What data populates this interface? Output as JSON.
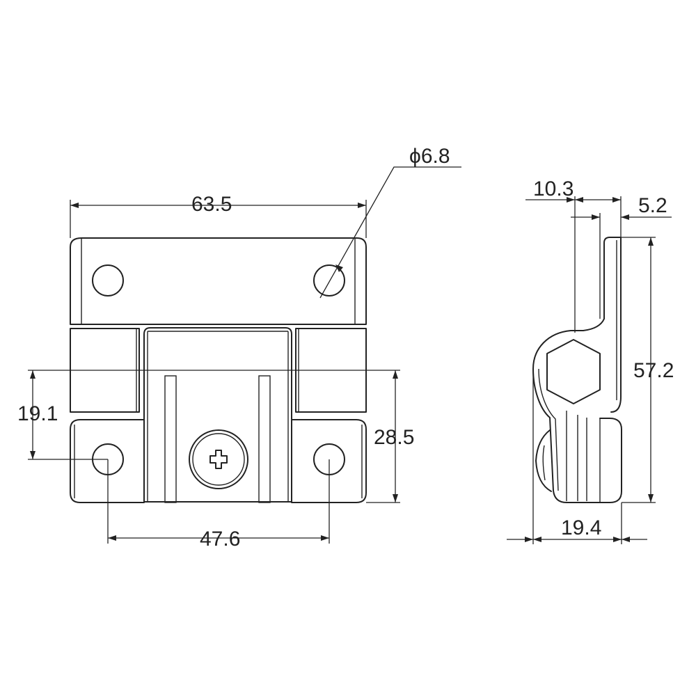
{
  "dimensions": {
    "overall_width": "63.5",
    "hole_diameter": "6.8",
    "hole_spacing": "47.6",
    "lower_leaf_hole_height": "19.1",
    "lower_leaf_height": "28.5",
    "side_offset": "10.3",
    "side_thickness": "5.2",
    "overall_height": "57.2",
    "overall_depth": "19.4"
  },
  "symbols": {
    "diameter": "ϕ"
  }
}
